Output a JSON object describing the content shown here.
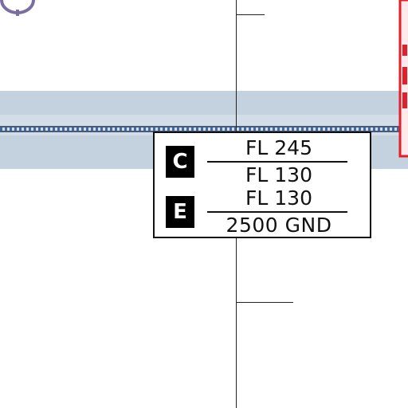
{
  "map": {
    "colors": {
      "background": "#ffffff",
      "airway_band": "#c4d1df",
      "airway_band_light": "#e8eef4",
      "boundary_dashed": "#2a4b7c",
      "navaid": "#7a6fa0",
      "restricted_area": "#e0202a",
      "text": "#111111"
    },
    "icons": {
      "navaid": "vor-navaid-icon"
    }
  },
  "airspace_label": {
    "rows": [
      {
        "class": "C",
        "upper": "FL 245",
        "lower": "FL 130"
      },
      {
        "class": "E",
        "upper": "FL 130",
        "lower": "2500 GND"
      }
    ]
  }
}
